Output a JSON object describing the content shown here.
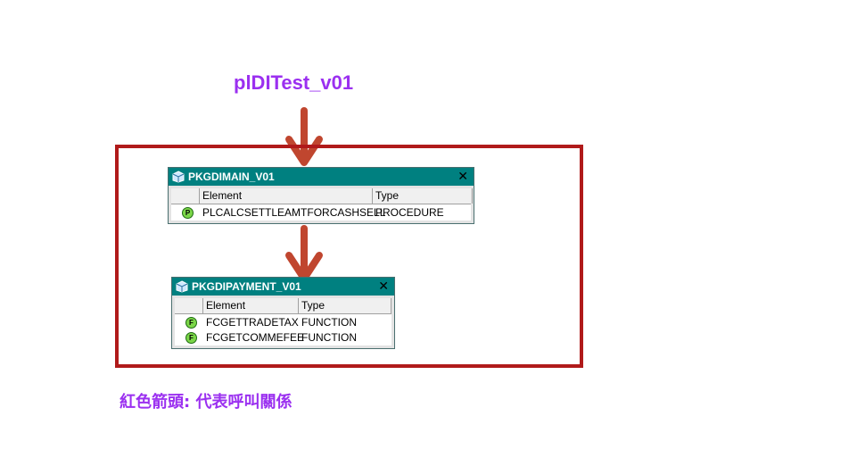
{
  "title": "plDITest_v01",
  "legend": "紅色箭頭: 代表呼叫關係",
  "colors": {
    "title": "#9b30f0",
    "arrow": "#c0462f",
    "frame": "#b01a1a",
    "panel_header": "#008080"
  },
  "packages": [
    {
      "name": "PKGDIMAIN_V01",
      "columns": [
        "Element",
        "Type"
      ],
      "rows": [
        {
          "badge": "P",
          "element": "PLCALCSETTLEAMTFORCASHSELL",
          "type": "PROCEDURE"
        }
      ]
    },
    {
      "name": "PKGDIPAYMENT_V01",
      "columns": [
        "Element",
        "Type"
      ],
      "rows": [
        {
          "badge": "F",
          "element": "FCGETTRADETAX",
          "type": "FUNCTION"
        },
        {
          "badge": "F",
          "element": "FCGETCOMMEFEE",
          "type": "FUNCTION"
        }
      ]
    }
  ]
}
